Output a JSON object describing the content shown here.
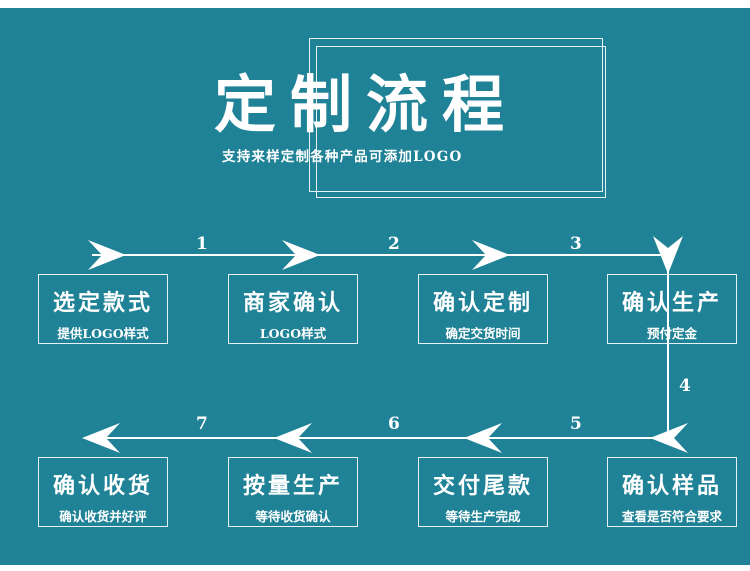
{
  "header": {
    "title": "定制流程",
    "subtitle": "支持来样定制各种产品可添加LOGO"
  },
  "steps": [
    {
      "title": "选定款式",
      "desc": "提供LOGO样式"
    },
    {
      "title": "商家确认",
      "desc": "LOGO样式"
    },
    {
      "title": "确认定制",
      "desc": "确定交货时间"
    },
    {
      "title": "确认生产",
      "desc": "预付定金"
    },
    {
      "title": "确认样品",
      "desc": "查看是否符合要求"
    },
    {
      "title": "交付尾款",
      "desc": "等待生产完成"
    },
    {
      "title": "按量生产",
      "desc": "等待收货确认"
    },
    {
      "title": "确认收货",
      "desc": "确认收货并好评"
    }
  ],
  "step_numbers": [
    "1",
    "2",
    "3",
    "4",
    "5",
    "6",
    "7"
  ],
  "colors": {
    "background": "#1f8296",
    "foreground": "#ffffff"
  }
}
